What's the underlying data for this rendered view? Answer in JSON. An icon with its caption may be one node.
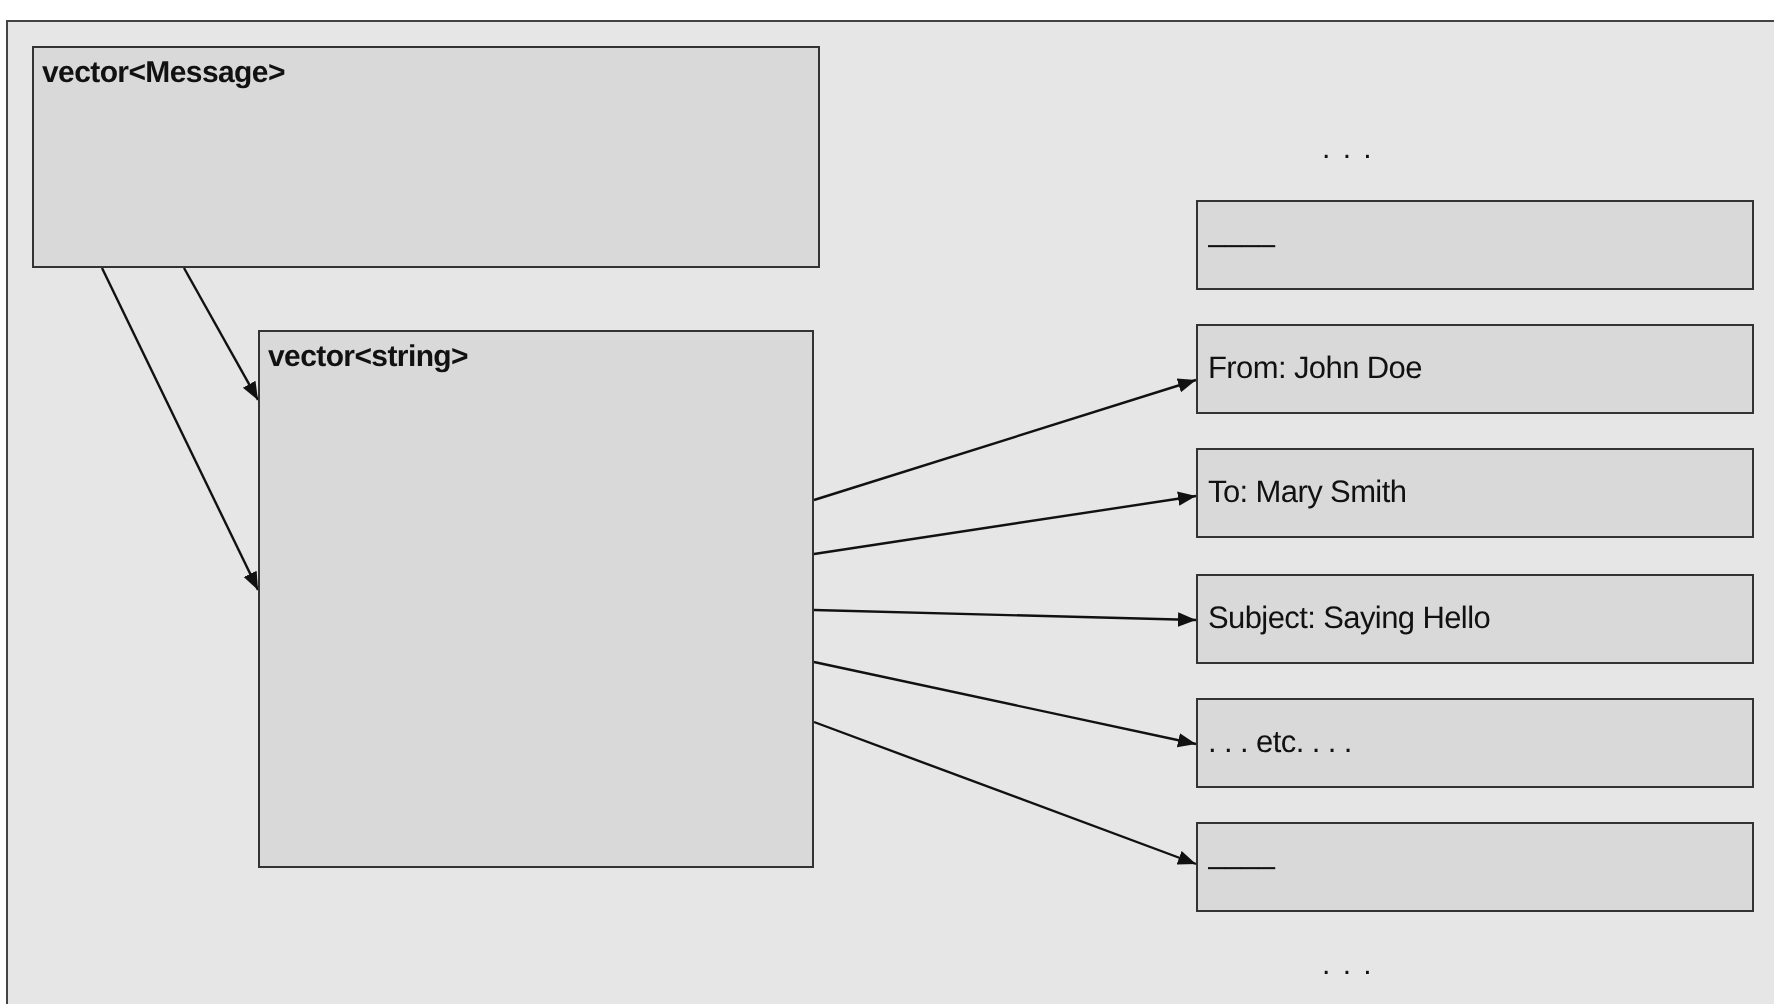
{
  "diagram": {
    "nodes": [
      {
        "text": [
          "vector<Message>"
        ]
      },
      {
        "text": [
          "vector<string>"
        ]
      },
      {
        "text": [
          "––––"
        ]
      },
      {
        "text": [
          "From: John Doe"
        ]
      },
      {
        "text": [
          "To: Mary Smith"
        ]
      },
      {
        "text": [
          "Subject: Saying Hello"
        ]
      },
      {
        "text": [
          ". . . etc. . . ."
        ]
      },
      {
        "text": [
          "––––"
        ]
      }
    ],
    "edges": [
      {
        "from": 0,
        "to": 1,
        "arrow": "to"
      },
      {
        "from": 0,
        "to": 1,
        "arrow": "to"
      },
      {
        "from": 1,
        "to": 3,
        "arrow": "to"
      },
      {
        "from": 1,
        "to": 4,
        "arrow": "to"
      },
      {
        "from": 1,
        "to": 5,
        "arrow": "to"
      },
      {
        "from": 1,
        "to": 6,
        "arrow": "to"
      },
      {
        "from": 1,
        "to": 7,
        "arrow": "to"
      }
    ],
    "labels": [
      ". . .",
      ". . ."
    ]
  }
}
